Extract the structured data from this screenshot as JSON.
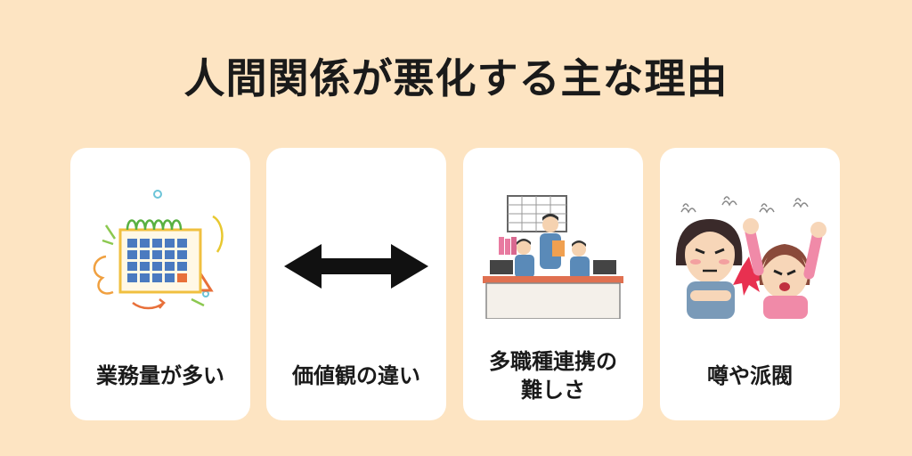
{
  "title": "人間関係が悪化する主な理由",
  "cards": [
    {
      "label": "業務量が多い",
      "icon": "calendar-icon"
    },
    {
      "label": "価値観の違い",
      "icon": "double-arrow-icon"
    },
    {
      "label_lines": [
        "多職種連携の",
        "難しさ"
      ],
      "icon": "medical-team-illustration"
    },
    {
      "label": "噂や派閥",
      "icon": "angry-women-illustration"
    }
  ],
  "colors": {
    "background": "#fde4c2",
    "card": "#ffffff",
    "text": "#1a1a1a"
  }
}
